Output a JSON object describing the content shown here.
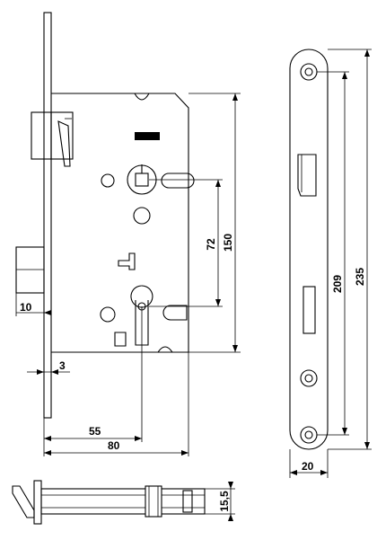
{
  "dimensions": {
    "backset": "55",
    "case_width": "80",
    "latch_projection": "10",
    "faceplate_thickness": "3",
    "centre_distance": "72",
    "case_height": "150",
    "faceplate_screw_spacing": "209",
    "faceplate_length": "235",
    "faceplate_width": "20",
    "bolt_thickness": "15,5"
  }
}
